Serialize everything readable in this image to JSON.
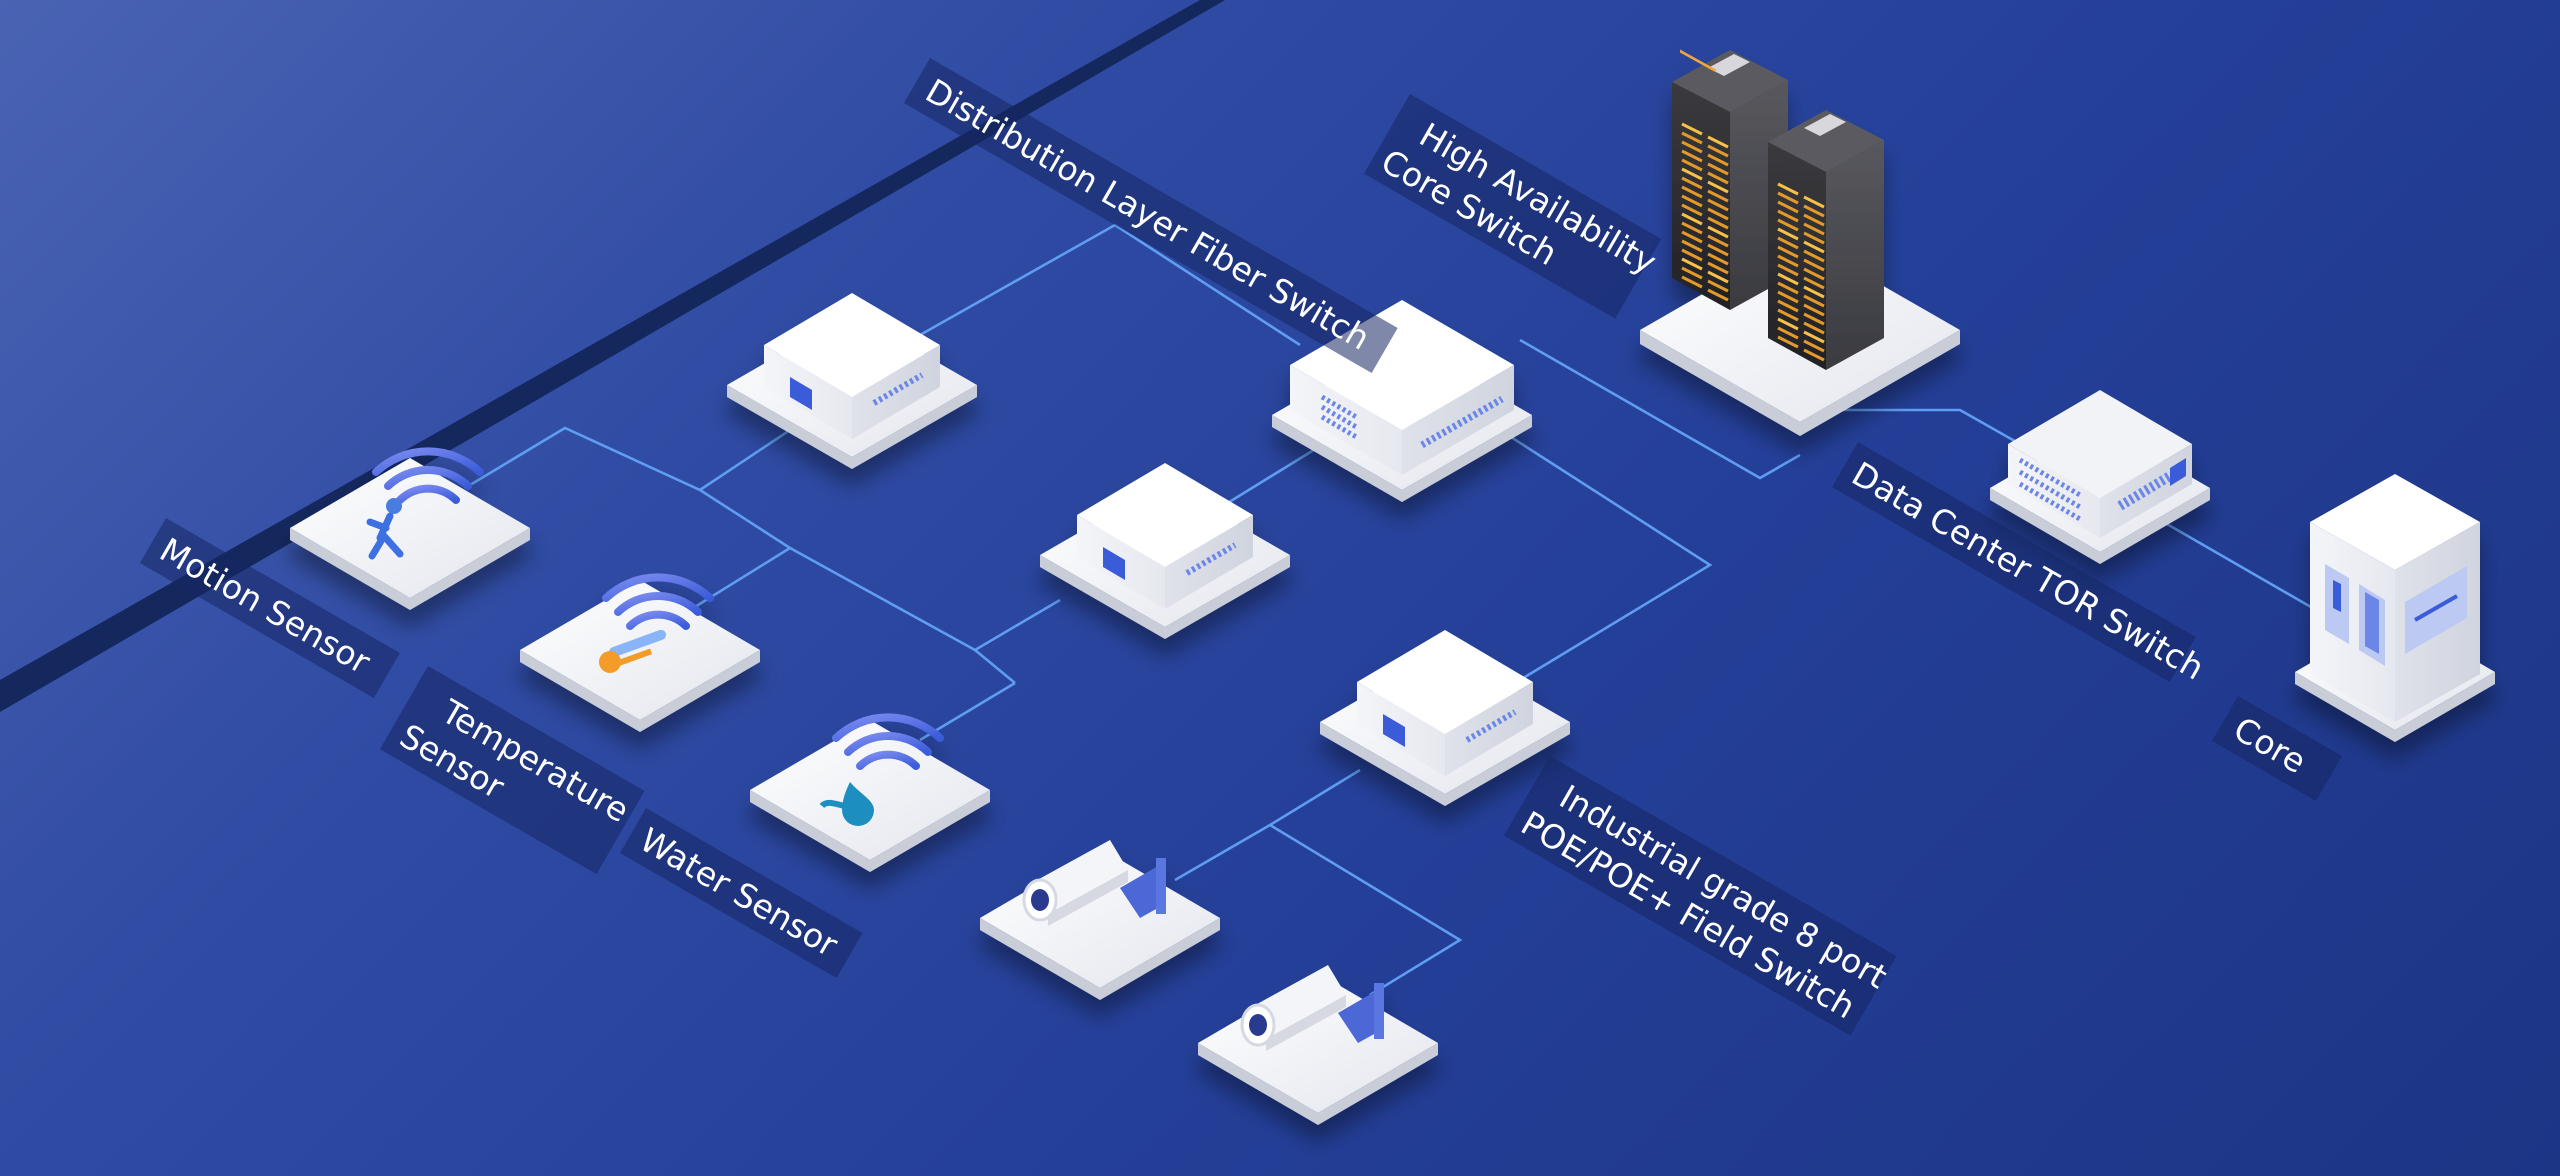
{
  "diagram": {
    "title": "",
    "colors": {
      "background": "#2f4ba3",
      "link_line": "#5f9df2",
      "band": "#14285e",
      "label_bg": "#16265e",
      "label_text": "#ffffff",
      "accent": "#3a5bd9"
    },
    "labels": {
      "distribution": [
        "Distribution Layer Fiber Switch"
      ],
      "high_availability": [
        "High Availability",
        "Core Switch"
      ],
      "data_center_tor": [
        "Data Center TOR Switch"
      ],
      "core": [
        "Core"
      ],
      "motion": [
        "Motion Sensor"
      ],
      "temperature": [
        "Temperature",
        "Sensor"
      ],
      "water": [
        "Water Sensor"
      ],
      "field_switch": [
        "Industrial grade 8 port",
        "POE/POE+ Field Switch"
      ]
    },
    "nodes": [
      {
        "id": "core-switch-rack",
        "kind": "server-rack",
        "icon": "server-rack-icon"
      },
      {
        "id": "distribution-switch",
        "kind": "switch",
        "icon": "switch-icon"
      },
      {
        "id": "access-switch-top",
        "kind": "switch",
        "icon": "switch-icon"
      },
      {
        "id": "access-switch-middle",
        "kind": "switch",
        "icon": "switch-icon"
      },
      {
        "id": "field-switch",
        "kind": "switch",
        "icon": "switch-icon"
      },
      {
        "id": "tor-switch",
        "kind": "switch",
        "icon": "switch-icon"
      },
      {
        "id": "core-unit",
        "kind": "core",
        "icon": "core-icon"
      },
      {
        "id": "motion-sensor",
        "kind": "sensor",
        "icon": "motion-sensor-icon"
      },
      {
        "id": "temperature-sensor",
        "kind": "sensor",
        "icon": "temperature-sensor-icon"
      },
      {
        "id": "water-sensor",
        "kind": "sensor",
        "icon": "water-sensor-icon"
      },
      {
        "id": "camera-1",
        "kind": "camera",
        "icon": "camera-icon"
      },
      {
        "id": "camera-2",
        "kind": "camera",
        "icon": "camera-icon"
      }
    ]
  }
}
